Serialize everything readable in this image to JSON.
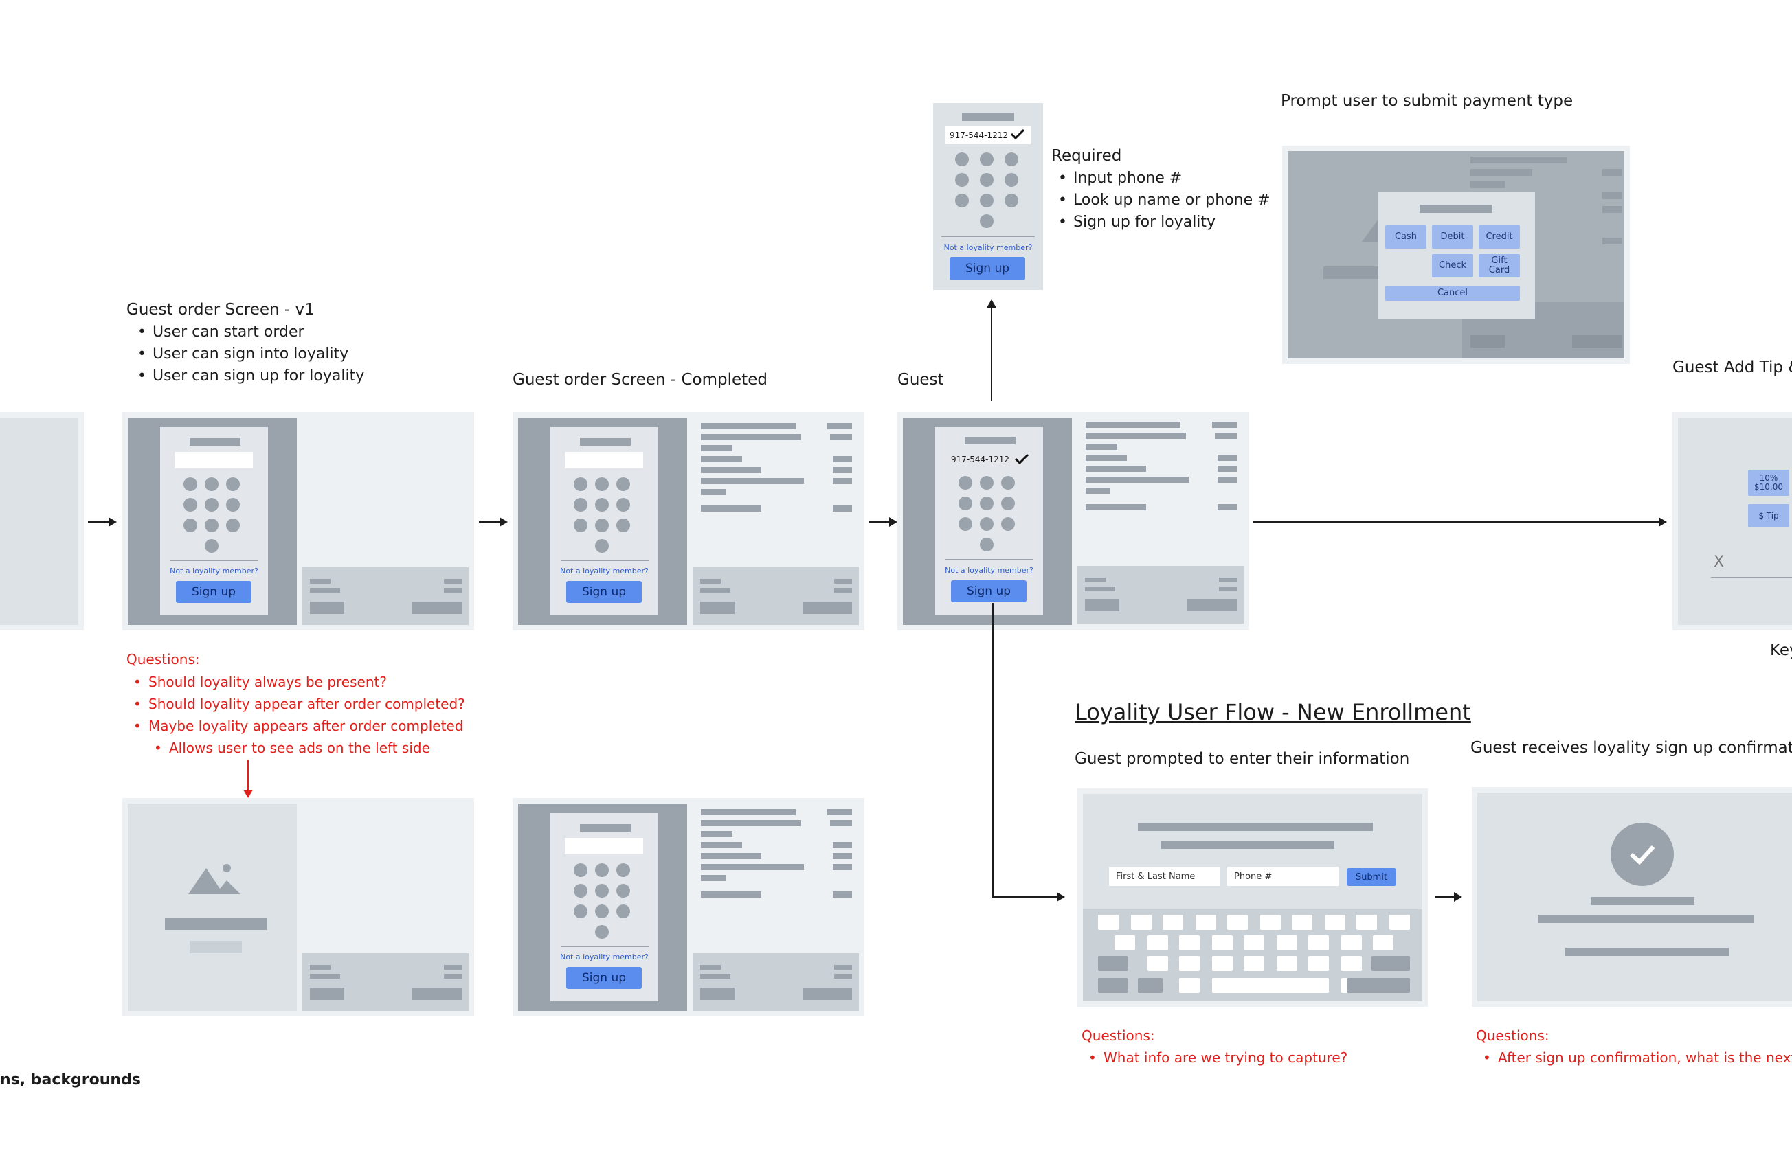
{
  "titles": {
    "v1": "Guest order Screen - v1",
    "completed": "Guest order Screen - Completed",
    "guest": "Guest",
    "required": "Required",
    "payment": "Prompt user to submit payment type",
    "tip": "Guest Add Tip &",
    "flow": "Loyality User Flow - New Enrollment",
    "prompted": "Guest prompted to enter their information",
    "confirm": "Guest receives loyality sign up confirmat",
    "ke": "Key",
    "left_cut": "ns, backgrounds"
  },
  "v1_bullets": [
    "User can start order",
    "User can sign into loyality",
    "User can sign up for loyality"
  ],
  "required_bullets": [
    "Input phone #",
    "Look up name or phone #",
    "Sign up for loyality"
  ],
  "questions_label": "Questions:",
  "q1": [
    "Should loyality always be present?",
    "Should loyality appear after order completed?",
    "Maybe loyality appears after order completed"
  ],
  "q1_sub": "Allows user to see ads on the left side",
  "q2": [
    "What info are we trying to capture?"
  ],
  "q3": [
    "After sign up confirmation, what is the next s"
  ],
  "keypad": {
    "not_member": "Not a loyality member?",
    "signup": "Sign up",
    "phone": "917-544-1212"
  },
  "payment": {
    "buttons": [
      "Cash",
      "Debit",
      "Credit",
      "Check",
      "Gift Card"
    ],
    "cancel": "Cancel"
  },
  "tip": {
    "pct": "10%",
    "amount": "$10.00",
    "custom": "$ Tip",
    "sign_x": "X"
  },
  "form": {
    "name_placeholder": "First & Last Name",
    "phone_placeholder": "Phone #",
    "submit": "Submit"
  }
}
